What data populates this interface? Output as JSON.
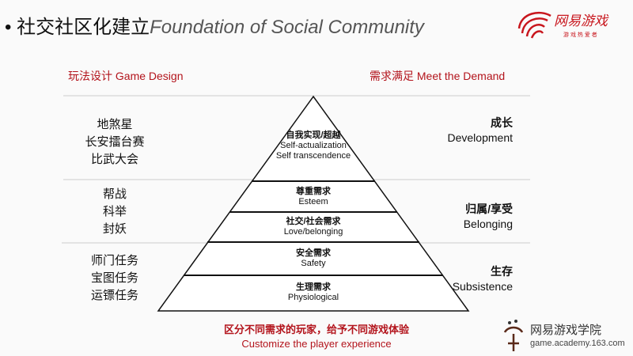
{
  "title": {
    "bullet": "•",
    "cn": "社交社区化建立",
    "en": "Foundation of Social Community"
  },
  "logo": {
    "name": "网易游戏",
    "tagline": "游戏热爱者"
  },
  "headers": {
    "left": "玩法设计 Game Design",
    "right": "需求满足 Meet the Demand"
  },
  "left_groups": [
    [
      "地煞星",
      "长安擂台赛",
      "比武大会"
    ],
    [
      "帮战",
      "科举",
      "封妖"
    ],
    [
      "师门任务",
      "宝图任务",
      "运镖任务"
    ]
  ],
  "right_groups": [
    {
      "cn": "成长",
      "en": "Development"
    },
    {
      "cn": "归属/享受",
      "en": "Belonging"
    },
    {
      "cn": "生存",
      "en": "Subsistence"
    }
  ],
  "pyramid": [
    {
      "cn": "自我实现/超越",
      "en": "Self-actualization",
      "en2": "Self transcendence"
    },
    {
      "cn": "尊重需求",
      "en": "Esteem"
    },
    {
      "cn": "社交/社会需求",
      "en": "Love/belonging"
    },
    {
      "cn": "安全需求",
      "en": "Safety"
    },
    {
      "cn": "生理需求",
      "en": "Physiological"
    }
  ],
  "footer": {
    "cn": "区分不同需求的玩家，给予不同游戏体验",
    "en": "Customize the player experience"
  },
  "watermark": {
    "name": "网易游戏学院",
    "url": "game.academy.163.com"
  },
  "colors": {
    "accent": "#b3141c"
  }
}
